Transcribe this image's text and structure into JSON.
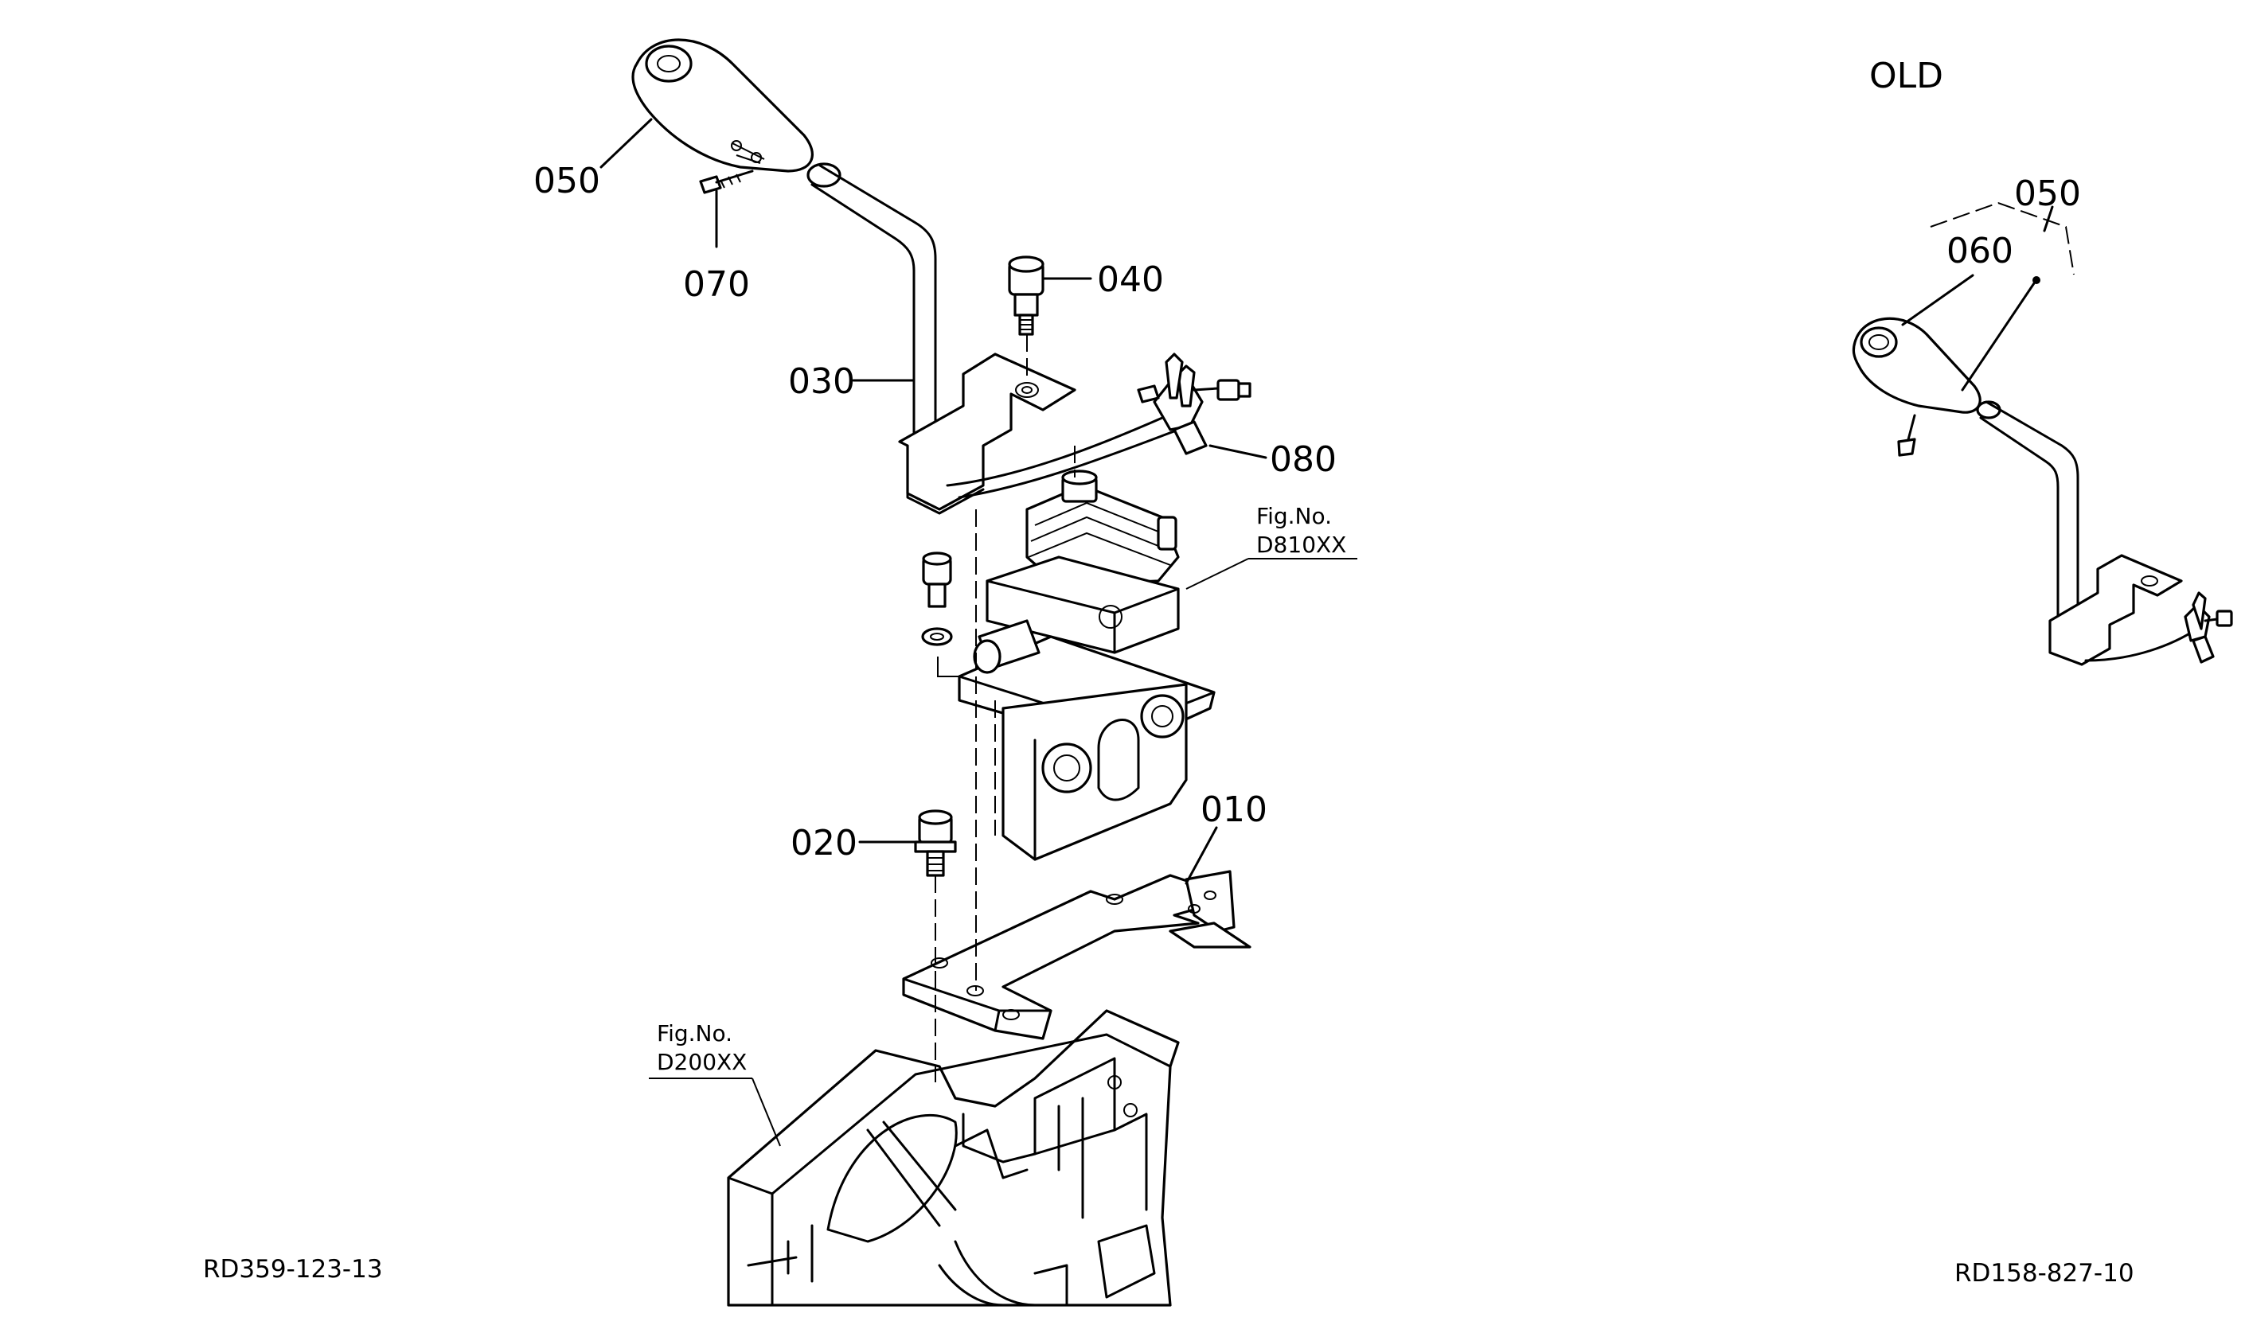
{
  "callouts": {
    "c050": "050",
    "c070": "070",
    "c040": "040",
    "c030": "030",
    "c080": "080",
    "c020": "020",
    "c010": "010",
    "old050": "050",
    "old060": "060"
  },
  "figure_refs": {
    "d810_label": "Fig.No.",
    "d810_code": "D810XX",
    "d200_label": "Fig.No.",
    "d200_code": "D200XX"
  },
  "inset_title": "OLD",
  "drawing_numbers": {
    "left": "RD359-123-13",
    "right": "RD158-827-10"
  }
}
